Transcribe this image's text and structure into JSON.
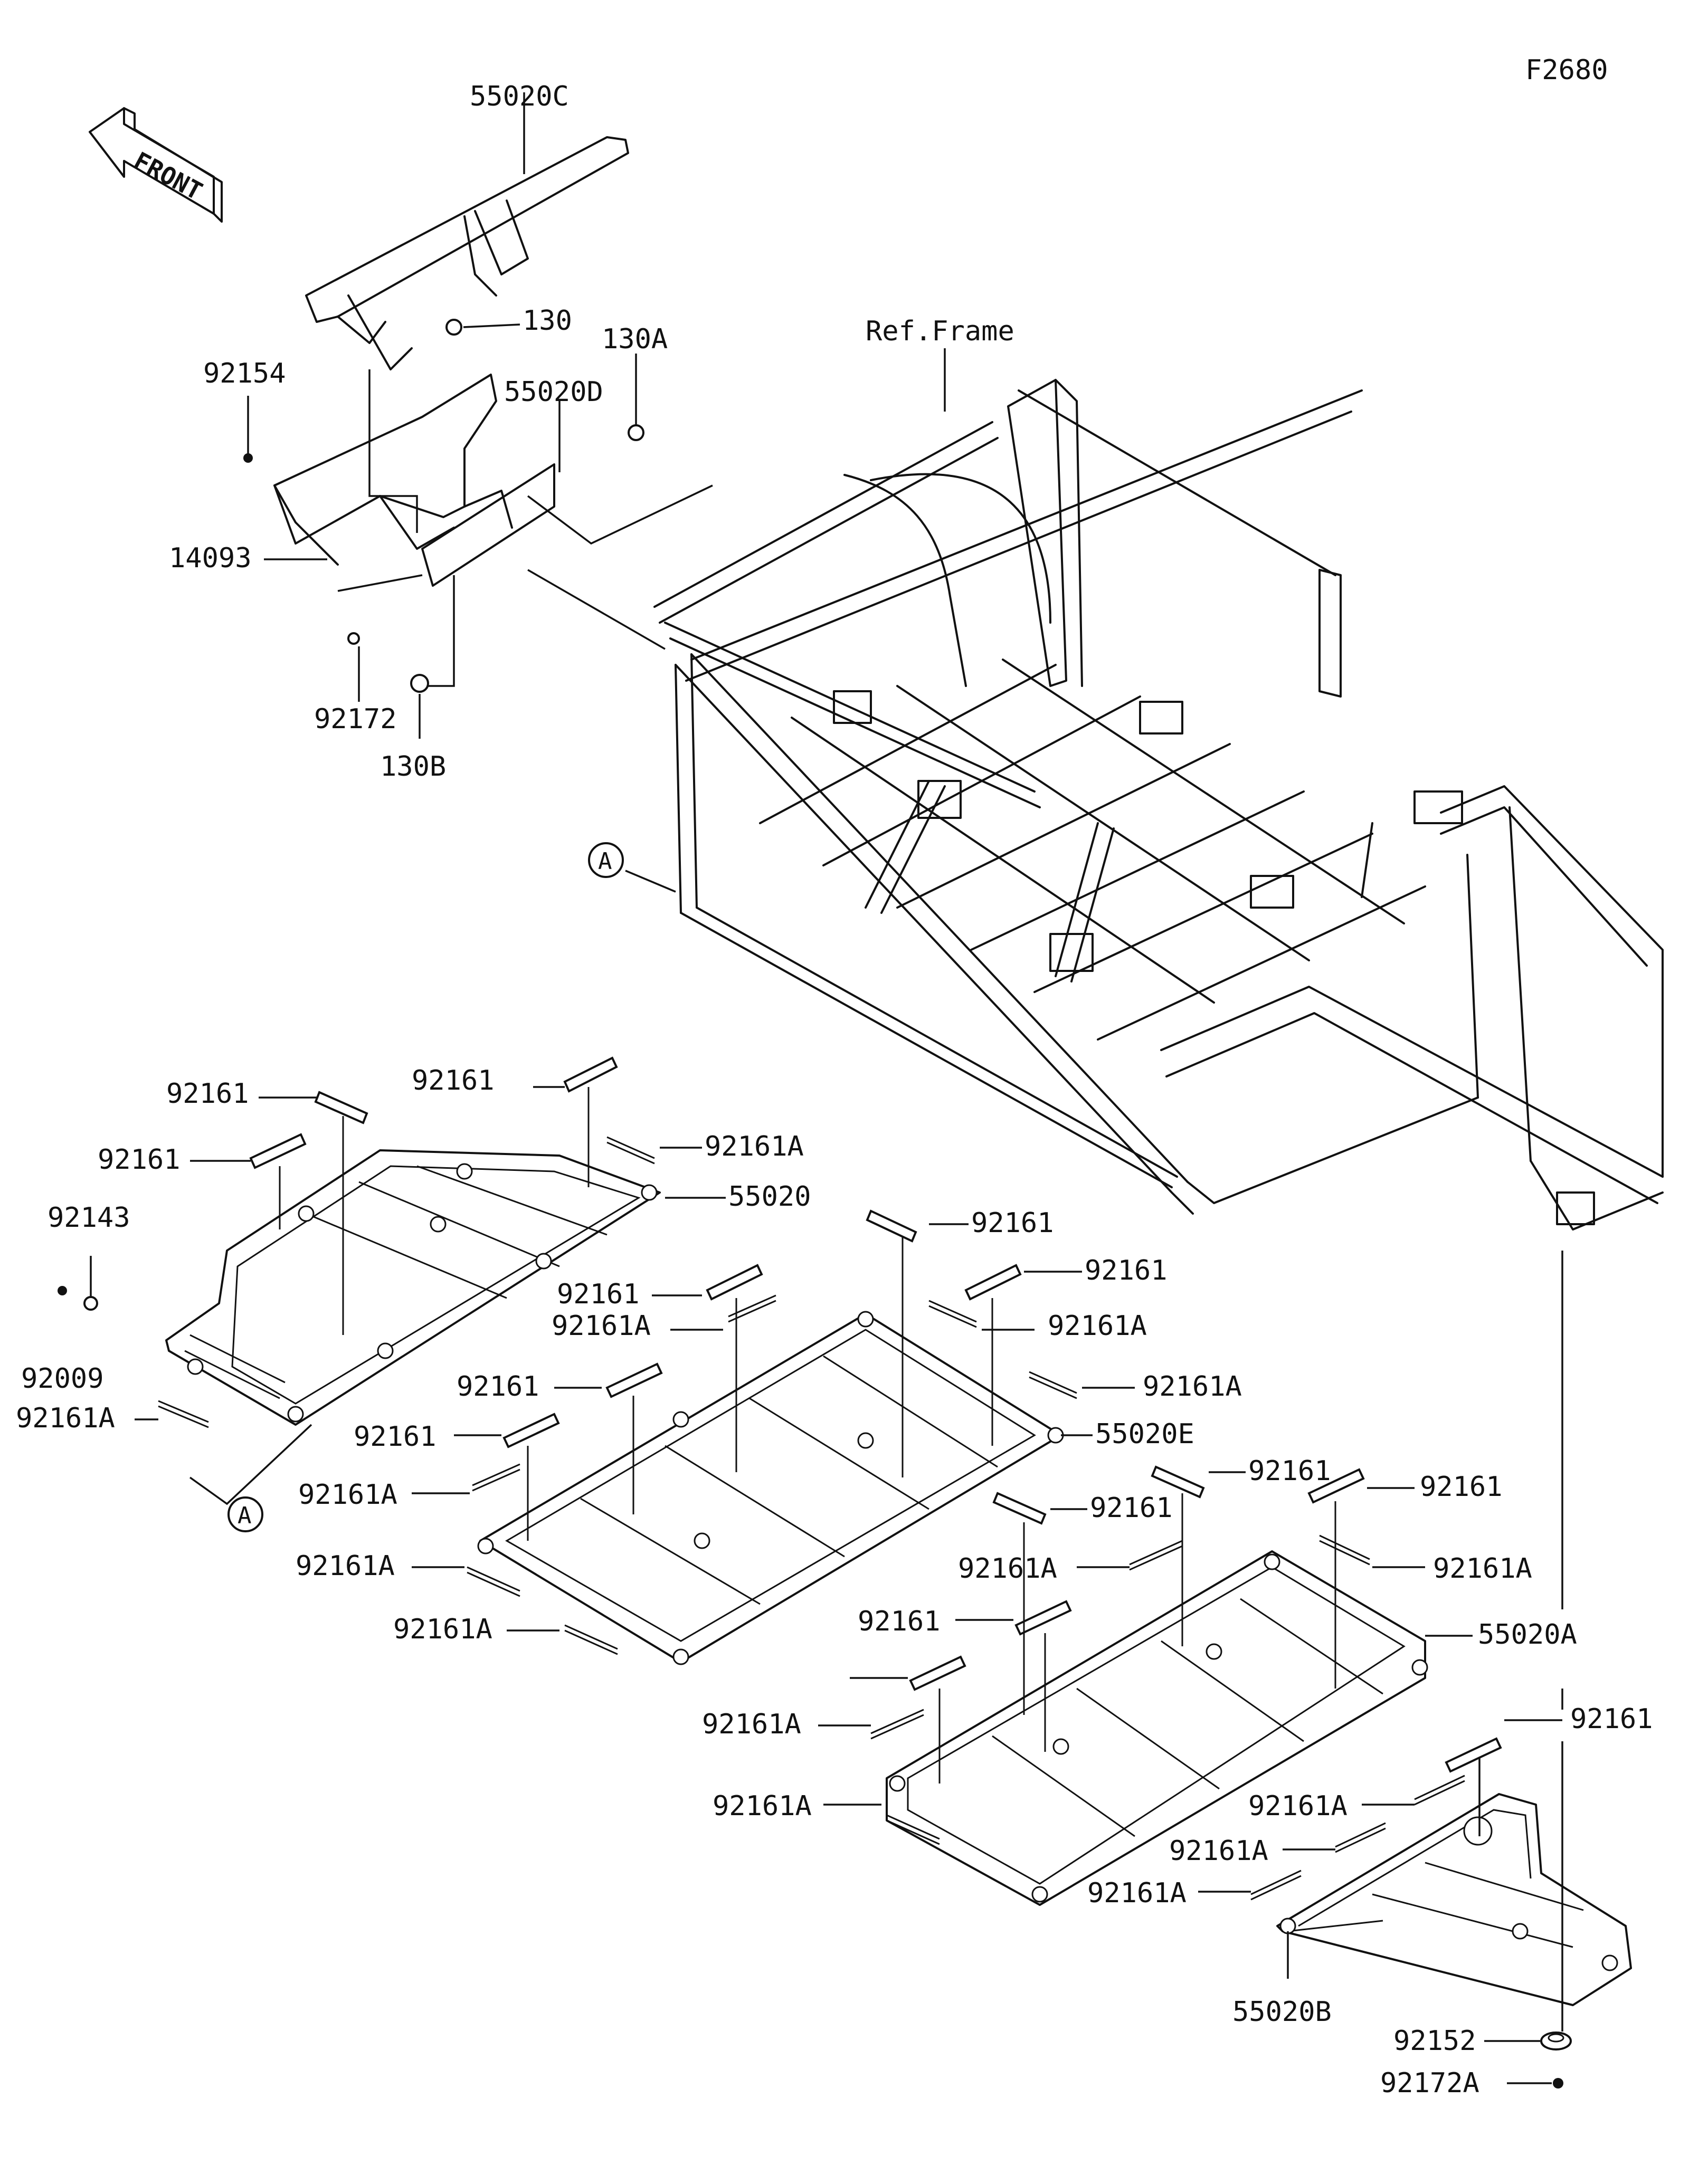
{
  "figure_code": "F2680",
  "front_arrow_text": "FRONT",
  "ref_label": "Ref.Frame",
  "callout_letter": "A",
  "part_labels": [
    "55020C",
    "130",
    "92154",
    "130A",
    "55020D",
    "14093",
    "92172",
    "130B",
    "92161",
    "92161",
    "92161",
    "92161A",
    "55020",
    "92143",
    "92009",
    "92161A",
    "92161",
    "92161A",
    "92161",
    "92161",
    "92161A",
    "92161A",
    "92161",
    "55020E",
    "92161A",
    "92161A",
    "92161A",
    "92161",
    "92161",
    "92161",
    "92161A",
    "92161A",
    "92161",
    "55020A",
    "92161",
    "92161A",
    "92161",
    "92161A",
    "92161A",
    "92161A",
    "92161A",
    "55020B",
    "92152",
    "92172A"
  ]
}
